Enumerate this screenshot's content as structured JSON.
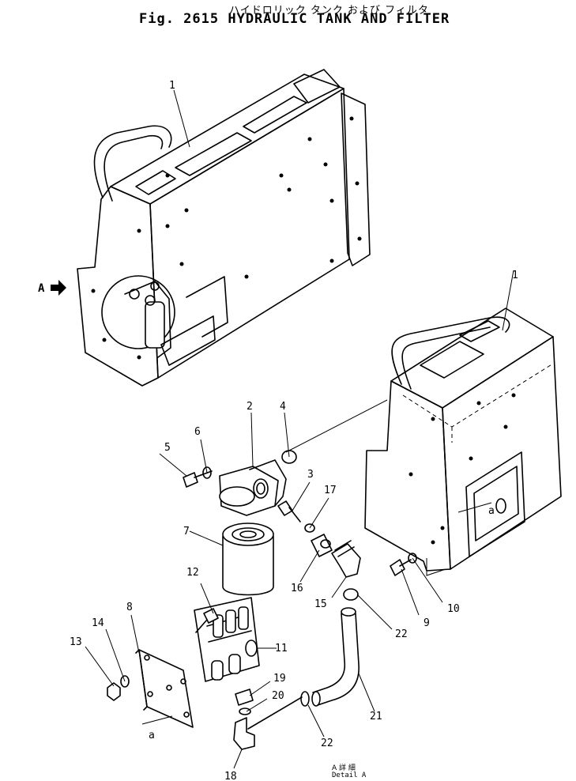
{
  "header": {
    "title_jp": "ハイドロリック タンク および フィルタ",
    "title_en": "Fig. 2615 HYDRAULIC TANK AND FILTER"
  },
  "detail_view": {
    "label_jp": "A 詳 細",
    "label_en": "Detail A"
  },
  "view_marker": "A",
  "connection_marker": "a",
  "callouts": {
    "tank_main": "1",
    "tank_detail": "1",
    "filter_head": "2",
    "plug": "3",
    "o_ring_4": "4",
    "bolt_5": "5",
    "washer_6": "6",
    "filter_element": "7",
    "bracket": "8",
    "bolt_9": "9",
    "washer_10": "10",
    "valve": "11",
    "bolt_12": "12",
    "nut_13": "13",
    "washer_14": "14",
    "elbow_15": "15",
    "nipple_16": "16",
    "o_ring_17": "17",
    "elbow_18": "18",
    "nipple_19": "19",
    "o_ring_20": "20",
    "hose_21": "21",
    "clamp_22a": "22",
    "clamp_22b": "22"
  }
}
